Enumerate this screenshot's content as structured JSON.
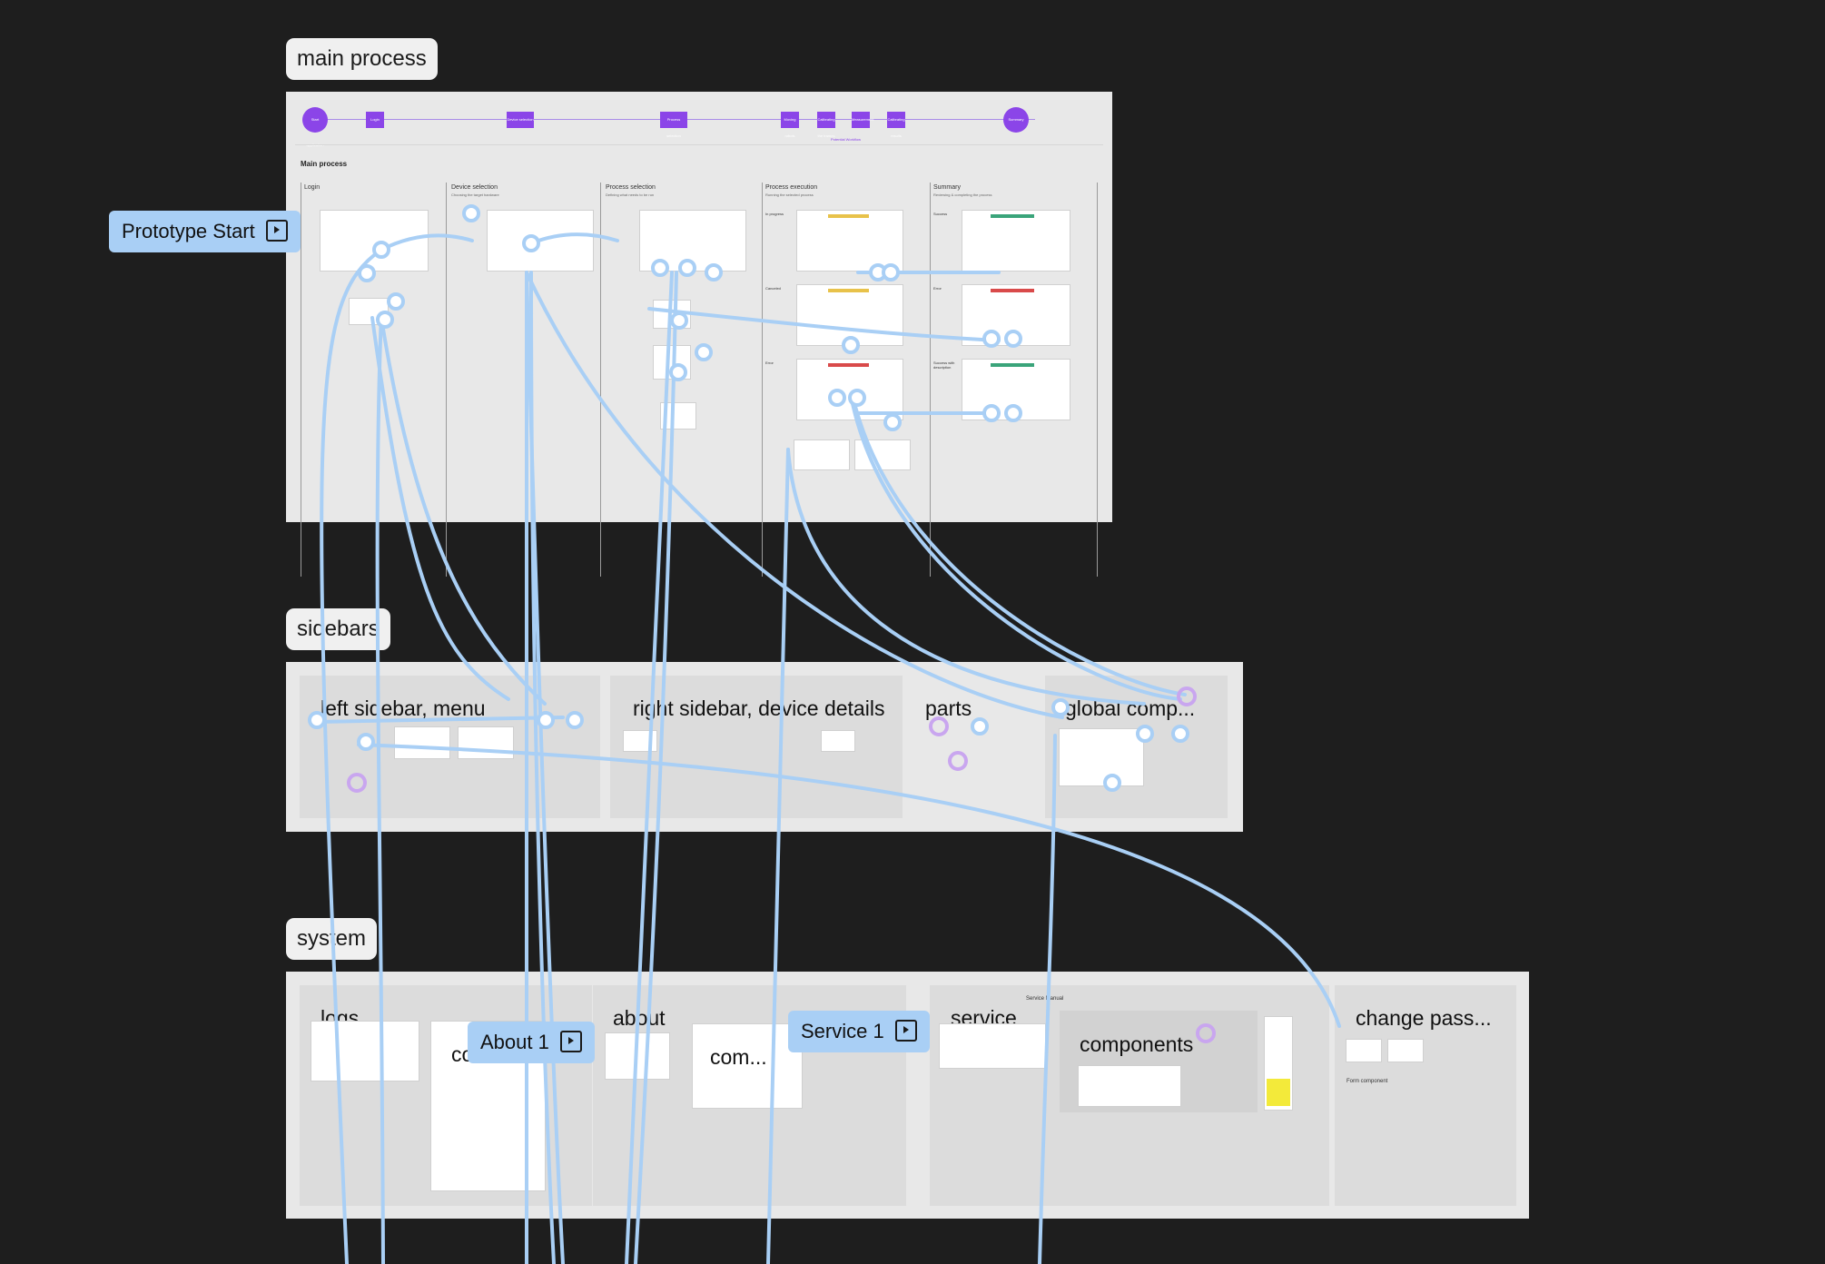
{
  "sections": {
    "main_process": "main process",
    "sidebars": "sidebars",
    "system": "system"
  },
  "main": {
    "heading": "Main process",
    "columns": [
      {
        "title": "Login",
        "sub": ""
      },
      {
        "title": "Device selection",
        "sub": "Choosing the target hardware"
      },
      {
        "title": "Process selection",
        "sub": "Defining what needs to be run"
      },
      {
        "title": "Process execution",
        "sub": "Running the selected process"
      },
      {
        "title": "Summary",
        "sub": "Reviewing & completing the process"
      }
    ],
    "timeline_steps": [
      "Start application",
      "Login",
      "Device selection",
      "Process selection",
      "Moving robots",
      "Calibrating the frames",
      "Measurement",
      "Calibrating results",
      "Summary"
    ],
    "timeline_note": "Potential Workflow",
    "exec_rows": [
      "In progress",
      "Canceled",
      "Error"
    ],
    "summary_rows": [
      "Success",
      "Error",
      "Success with description"
    ]
  },
  "prototype_start": "Prototype Start",
  "sidebars_panels": {
    "left": "left sidebar, menu",
    "right": "right sidebar, device details",
    "parts": "parts",
    "global": "global comp..."
  },
  "system_panels": {
    "logs": "logs",
    "co": "co...",
    "about": "about",
    "com": "com...",
    "service": "service",
    "components": "components",
    "change_pass": "change pass...",
    "service_manual": "Service Manual",
    "form_component": "Form component"
  },
  "flows": {
    "about1": "About 1",
    "service1": "Service 1"
  },
  "colors": {
    "canvas": "#1e1e1e",
    "section": "#e8e8e8",
    "connector": "#a9cff5",
    "accent": "#8b45e8"
  }
}
